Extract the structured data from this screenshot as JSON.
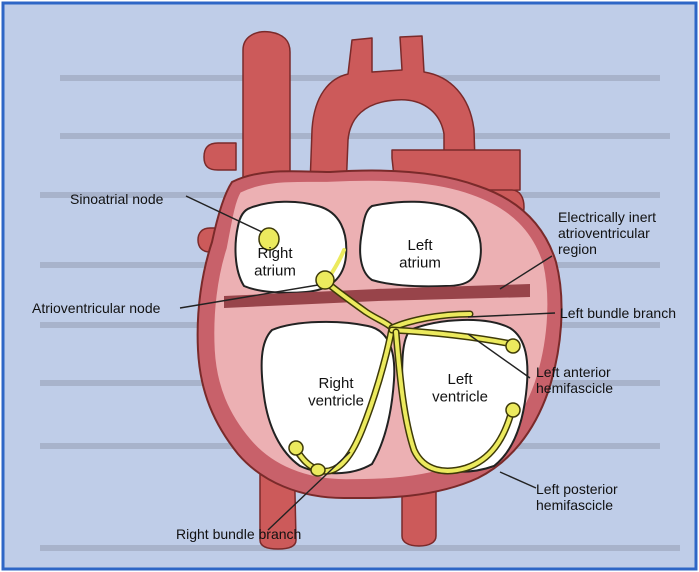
{
  "colors": {
    "page": "#ffffff",
    "panel": "#bfcde8",
    "panel_border": "#2e66c6",
    "vessel": "#cc5a5a",
    "vessel_stroke": "#7a2a2a",
    "wall": "#ecb0b3",
    "wall_dark": "#c8616a",
    "chamber": "#ffffff",
    "septum": "#98444a",
    "conduction": "#ecea5e",
    "conduction_stroke": "#3e3a08",
    "label": "#111111",
    "leader": "#222222",
    "bleed_text": "#7e8596"
  },
  "chambers": {
    "right_atrium": [
      "Right",
      "atrium"
    ],
    "left_atrium": [
      "Left",
      "atrium"
    ],
    "right_ventricle": [
      "Right",
      "ventricle"
    ],
    "left_ventricle": [
      "Left",
      "ventricle"
    ]
  },
  "labels": {
    "sinoatrial_node": [
      "Sinoatrial node"
    ],
    "atrioventricular_node": [
      "Atrioventricular node"
    ],
    "electrically_inert": [
      "Electrically inert",
      "atrioventricular",
      "region"
    ],
    "left_bundle_branch": [
      "Left bundle branch"
    ],
    "left_anterior_hemifascicle": [
      "Left anterior",
      "hemifascicle"
    ],
    "left_posterior_hemifascicle": [
      "Left posterior",
      "hemifascicle"
    ],
    "right_bundle_branch": [
      "Right bundle branch"
    ]
  },
  "icons": {
    "sinoatrial_node": "sa-node-dot",
    "atrioventricular_node": "av-node-dot"
  }
}
